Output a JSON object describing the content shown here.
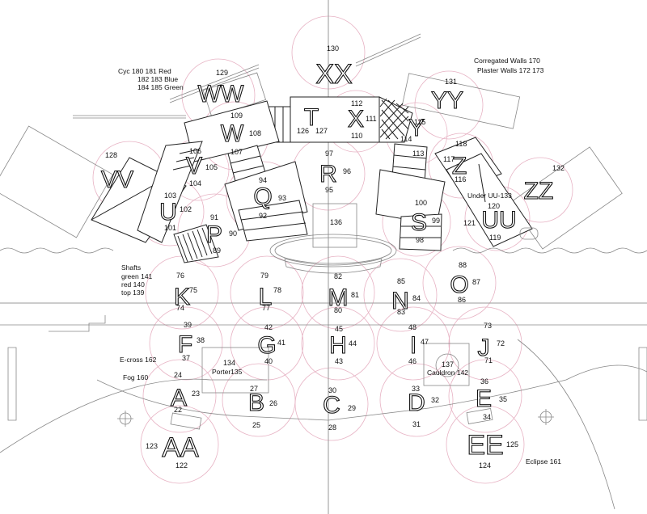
{
  "diagram": {
    "type": "stage lighting / set plan",
    "notes": {
      "cyc": [
        "Cyc 180 181 Red",
        "182 183 Blue",
        "184 185 Green"
      ],
      "walls": [
        "Corregated Walls 170",
        "Plaster Walls 172 173"
      ],
      "shafts": [
        "Shafts",
        "green 141",
        "red 140",
        "top 139"
      ],
      "ecross": "E-cross 162",
      "fog": "Fog 160",
      "porter": "Porter135",
      "cauldron": "Cauldron 142",
      "eclipse": "Eclipse 161",
      "under_uu": "Under UU-133"
    },
    "areas": [
      {
        "id": "XX",
        "nums": [
          "130"
        ]
      },
      {
        "id": "WW",
        "nums": [
          "129"
        ]
      },
      {
        "id": "YY",
        "nums": [
          "131"
        ]
      },
      {
        "id": "T",
        "nums": [
          "126",
          "127"
        ]
      },
      {
        "id": "X",
        "nums": [
          "112",
          "111",
          "110"
        ]
      },
      {
        "id": "W",
        "nums": [
          "109",
          "108",
          "107"
        ]
      },
      {
        "id": "Y",
        "nums": [
          "115",
          "114",
          "113"
        ]
      },
      {
        "id": "VV",
        "nums": [
          "128"
        ]
      },
      {
        "id": "V",
        "nums": [
          "106",
          "105",
          "104"
        ]
      },
      {
        "id": "R",
        "nums": [
          "97",
          "96",
          "95"
        ]
      },
      {
        "id": "Z",
        "nums": [
          "118",
          "117",
          "116"
        ]
      },
      {
        "id": "ZZ",
        "nums": [
          "132"
        ]
      },
      {
        "id": "Q",
        "nums": [
          "94",
          "93",
          "92"
        ]
      },
      {
        "id": "U",
        "nums": [
          "103",
          "102",
          "101"
        ]
      },
      {
        "id": "P",
        "nums": [
          "91",
          "90",
          "89"
        ]
      },
      {
        "id": "S",
        "nums": [
          "100",
          "99",
          "98"
        ]
      },
      {
        "id": "UU",
        "nums": [
          "120",
          "121",
          "119"
        ]
      },
      {
        "id": "K",
        "nums": [
          "76",
          "75",
          "74"
        ]
      },
      {
        "id": "L",
        "nums": [
          "79",
          "78",
          "77"
        ]
      },
      {
        "id": "M",
        "nums": [
          "82",
          "81",
          "80"
        ]
      },
      {
        "id": "N",
        "nums": [
          "85",
          "84",
          "83"
        ]
      },
      {
        "id": "O",
        "nums": [
          "88",
          "87",
          "86"
        ]
      },
      {
        "id": "F",
        "nums": [
          "39",
          "38",
          "37"
        ]
      },
      {
        "id": "G",
        "nums": [
          "42",
          "41",
          "40"
        ]
      },
      {
        "id": "H",
        "nums": [
          "45",
          "44",
          "43"
        ]
      },
      {
        "id": "I",
        "nums": [
          "48",
          "47",
          "46"
        ]
      },
      {
        "id": "J",
        "nums": [
          "73",
          "72",
          "71"
        ]
      },
      {
        "id": "A",
        "nums": [
          "24",
          "23",
          "22"
        ]
      },
      {
        "id": "B",
        "nums": [
          "27",
          "26",
          "25"
        ]
      },
      {
        "id": "C",
        "nums": [
          "30",
          "29",
          "28"
        ]
      },
      {
        "id": "D",
        "nums": [
          "33",
          "32",
          "31"
        ]
      },
      {
        "id": "E",
        "nums": [
          "36",
          "35",
          "34"
        ]
      },
      {
        "id": "AA",
        "nums": [
          "123",
          "122"
        ]
      },
      {
        "id": "EE",
        "nums": [
          "125",
          "124"
        ]
      }
    ],
    "extra_numbers": {
      "center_box": "136",
      "porter_box": "134",
      "cauldron_circle": "137"
    }
  }
}
